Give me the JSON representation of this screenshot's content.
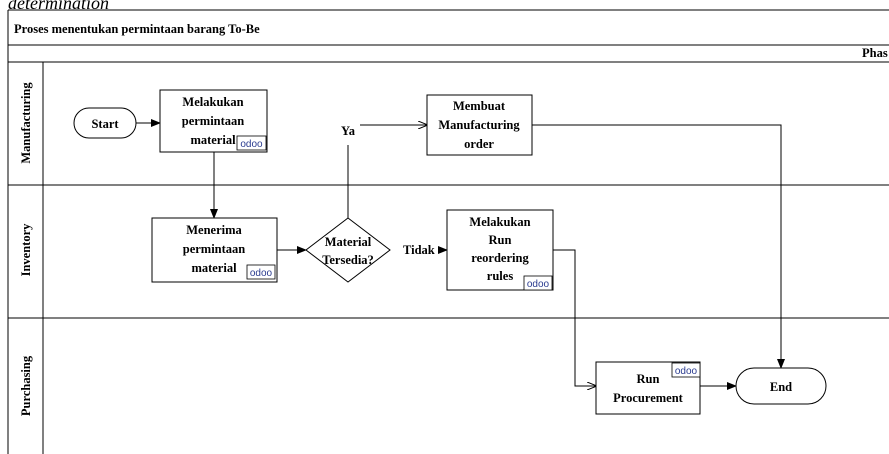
{
  "caption": "determination",
  "diagram": {
    "title": "Proses menentukan permintaan barang To-Be",
    "phase_label": "Phas",
    "lanes": [
      "Manufacturing",
      "Inventory",
      "Purchasing"
    ],
    "nodes": {
      "start": "Start",
      "request_material": [
        "Melakukan",
        "permintaan",
        "material"
      ],
      "create_mo": [
        "Membuat",
        "Manufacturing",
        "order"
      ],
      "receive_request": [
        "Menerima",
        "permintaan",
        "material"
      ],
      "decision": [
        "Material",
        "Tersedia?"
      ],
      "run_reordering": [
        "Melakukan",
        "Run",
        "reordering",
        "rules"
      ],
      "run_procurement": [
        "Run",
        "Procurement"
      ],
      "end": "End"
    },
    "edge_labels": {
      "yes": "Ya",
      "no": "Tidak"
    },
    "odoo_tag": "odoo"
  }
}
